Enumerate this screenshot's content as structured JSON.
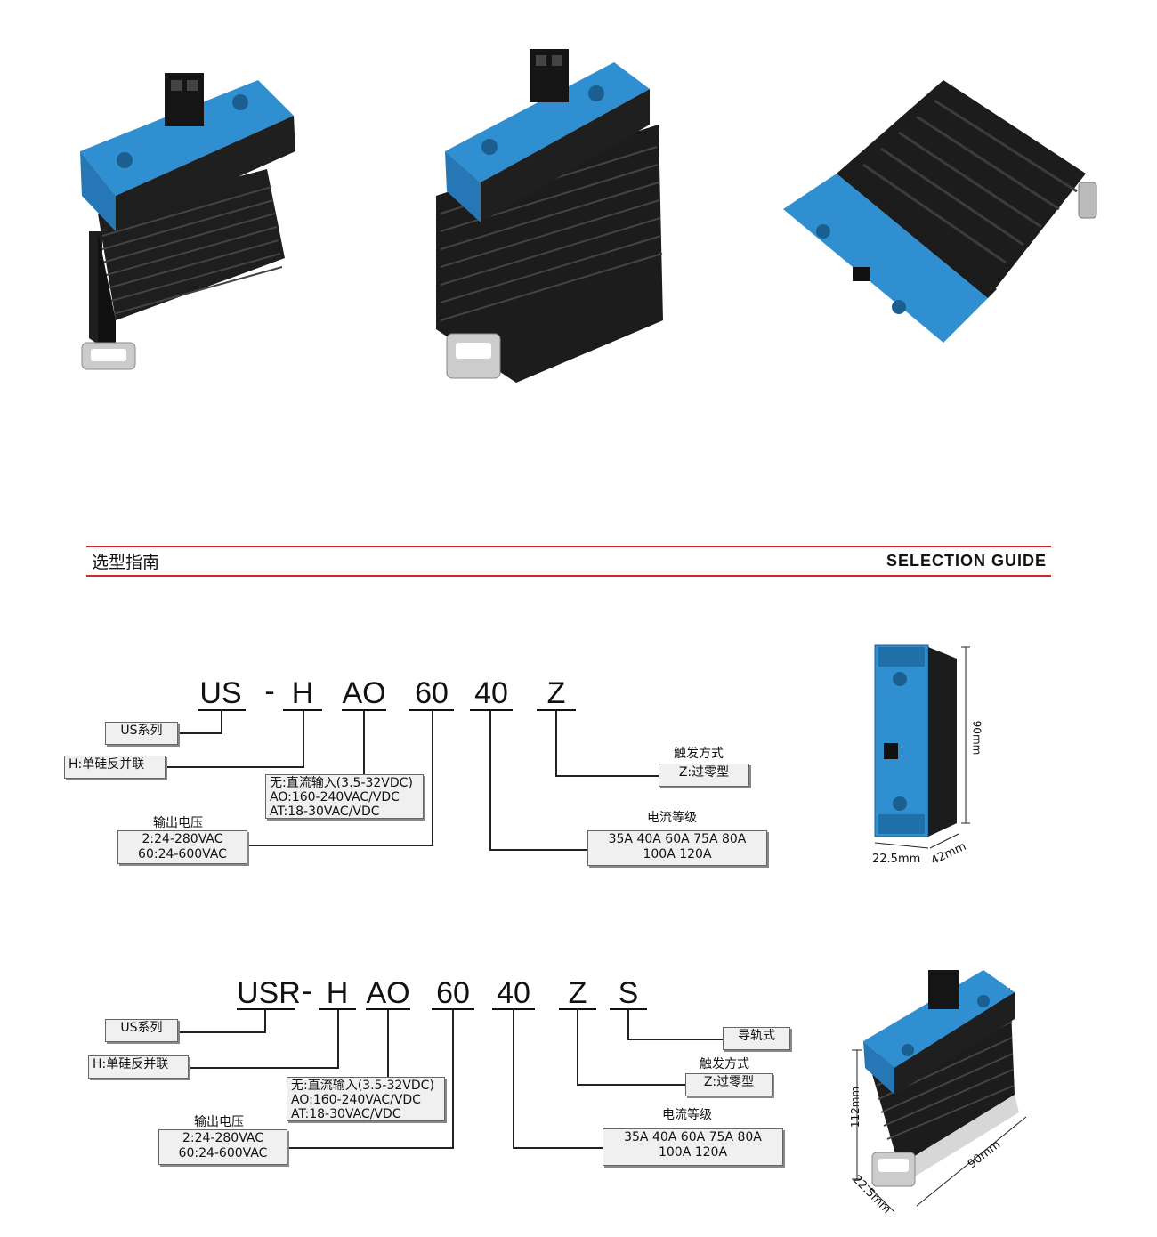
{
  "header": {
    "title_cn": "选型指南",
    "title_en": "SELECTION GUIDE"
  },
  "guide1": {
    "codes": [
      "US",
      "-",
      "H",
      "AO",
      "60",
      "40",
      "Z"
    ],
    "boxes": {
      "series": "US系列",
      "type": "H:单硅反并联",
      "input": [
        "无:直流输入(3.5-32VDC)",
        "AO:160-240VAC/VDC",
        "AT:18-30VAC/VDC"
      ],
      "voltage_label": "输出电压",
      "voltage": [
        "2:24-280VAC",
        "60:24-600VAC"
      ],
      "current_label": "电流等级",
      "current": [
        "35A 40A 60A 75A 80A",
        "100A 120A"
      ],
      "trigger_label": "触发方式",
      "trigger": "Z:过零型"
    },
    "dims": {
      "height": "90mm",
      "width": "22.5mm",
      "depth": "42mm"
    }
  },
  "guide2": {
    "codes": [
      "USR",
      "-",
      "H",
      "AO",
      "60",
      "40",
      "Z",
      "S"
    ],
    "boxes": {
      "series": "US系列",
      "type": "H:单硅反并联",
      "input": [
        "无:直流输入(3.5-32VDC)",
        "AO:160-240VAC/VDC",
        "AT:18-30VAC/VDC"
      ],
      "voltage_label": "输出电压",
      "voltage": [
        "2:24-280VAC",
        "60:24-600VAC"
      ],
      "current_label": "电流等级",
      "current": [
        "35A 40A 60A 75A 80A",
        "100A 120A"
      ],
      "trigger_label": "触发方式",
      "trigger": "Z:过零型",
      "mount": "导轨式"
    },
    "dims": {
      "height": "112mm",
      "depth": "90mm",
      "width": "22.5mm"
    }
  },
  "colors": {
    "accent_red": "#d9222a",
    "relay_blue": "#2f8fd0",
    "heatsink": "#1c1c1c"
  }
}
